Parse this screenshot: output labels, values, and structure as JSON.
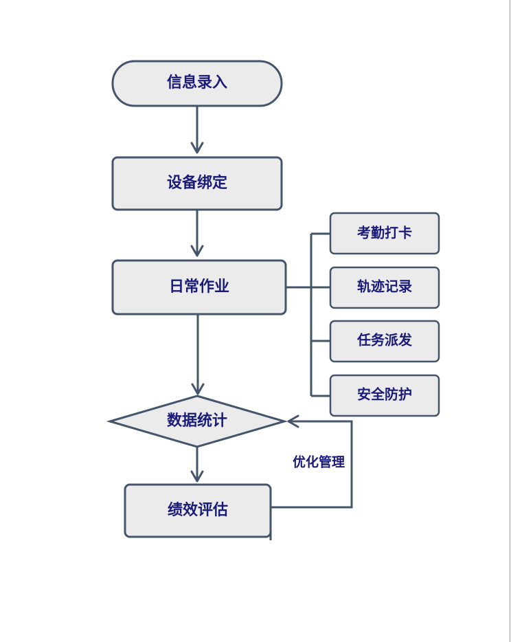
{
  "nodes": {
    "start": "信息录入",
    "bind": "设备绑定",
    "daily": "日常作业",
    "stats": "数据统计",
    "eval": "绩效评估"
  },
  "daily_branches": [
    "考勤打卡",
    "轨迹记录",
    "任务派发",
    "安全防护"
  ],
  "loop_label": "优化管理",
  "colors": {
    "node_fill": "#ebebeb",
    "node_stroke": "#44546a",
    "text": "#1a1a78"
  }
}
